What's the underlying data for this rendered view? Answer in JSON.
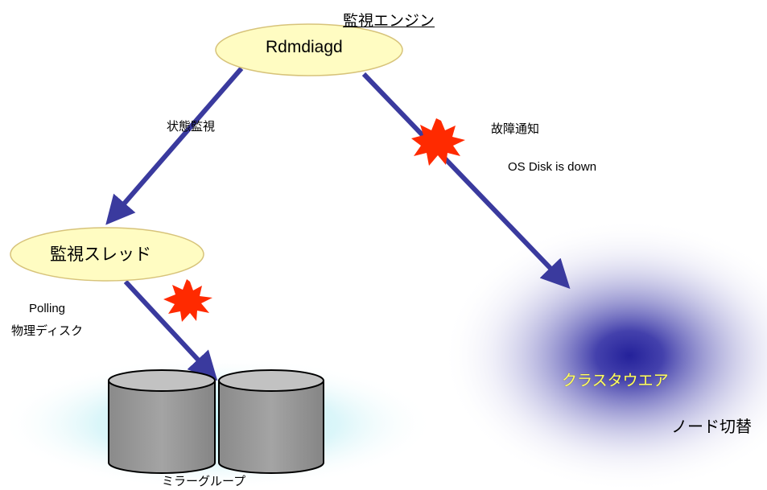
{
  "diagram": {
    "engine_title": "監視エンジン",
    "daemon": "Rdmdiagd",
    "monitor_thread": "監視スレッド",
    "state_monitoring": "状態監視",
    "failure_notification": "故障通知",
    "notification_message": "OS Disk is down",
    "polling": "Polling",
    "physical_disk": "物理ディスク",
    "cluster_software": "クラスタウエア",
    "node_switchover": "ノード切替",
    "mirror_group": "ミラーグループ"
  },
  "colors": {
    "ellipse_fill": "#fffcc2",
    "ellipse_stroke": "#d7c37a",
    "arrow": "#3a3a9e",
    "burst": "#ff2a00",
    "disk_body": "#9a9a9a",
    "disk_top": "#c2c2c2",
    "cluster_glow": "#2b28a0",
    "cluster_text": "#ffff66",
    "disk_glow": "#bfeff5"
  }
}
